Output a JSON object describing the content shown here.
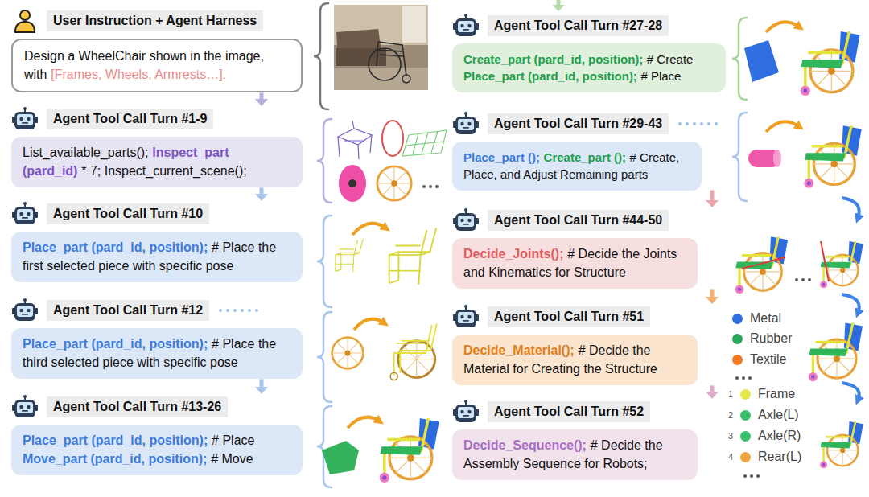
{
  "diagram": {
    "nodes": [
      {
        "text": [
          "User Instruction + Agent Harness",
          "Design a WheelChair shown in the image, with",
          "[Frames, Wheels, Armrests…]."
        ]
      },
      {
        "text": [
          "Agent Tool Call Turn #1-9",
          "List_available_parts();",
          "Inspect_part (pard_id)",
          "* 7; Inspect_current_scene();"
        ]
      },
      {
        "text": [
          "Agent Tool Call Turn #10",
          "Place_part (pard_id, position);",
          "# Place the first selected piece with specific pose"
        ]
      },
      {
        "text": [
          "Agent Tool Call Turn #12",
          "Place_part (pard_id, position);",
          "# Place the third selected piece with specific pose"
        ]
      },
      {
        "text": [
          "Agent Tool Call Turn #13-26",
          "Place_part (pard_id, position);",
          "# Place",
          "Move_part (pard_id, position);",
          "# Move"
        ]
      },
      {
        "text": [
          "Agent Tool Call Turn #27-28",
          "Create_part (pard_id, position);",
          "# Create",
          "Place_part (pard_id, position);",
          "# Place"
        ]
      },
      {
        "text": [
          "Agent Tool Call Turn #29-43",
          "Place_part ();",
          "Create_part ();",
          "# Create, Place, and Adjust Remaining parts"
        ]
      },
      {
        "text": [
          "Agent Tool Call Turn #44-50",
          "Decide_Joints();",
          "# Decide the Joints and Kinematics for Structure"
        ]
      },
      {
        "text": [
          "Agent Tool Call Turn #51",
          "Decide_Material();",
          "# Decide the Material for Creating the Structure"
        ]
      },
      {
        "text": [
          "Agent Tool Call Turn #52",
          "Decide_Sequence();",
          "# Decide the Assembly Sequence for Robots;"
        ]
      }
    ],
    "edges": [
      {
        "from": 0,
        "to": 1,
        "arrow": "to"
      },
      {
        "from": 1,
        "to": 2,
        "arrow": "to"
      },
      {
        "from": 3,
        "to": 4,
        "arrow": "to"
      },
      {
        "from": 6,
        "to": 7,
        "arrow": "to"
      },
      {
        "from": 7,
        "to": 8,
        "arrow": "to"
      },
      {
        "from": 8,
        "to": 9,
        "arrow": "to"
      }
    ],
    "labels": [
      "1",
      "2",
      "3",
      "4"
    ],
    "legend": [
      {
        "text": "Metal",
        "color": "#2f6fe4"
      },
      {
        "text": "Rubber",
        "color": "#27a85a"
      },
      {
        "text": "Textile",
        "color": "#f07b22"
      },
      {
        "text": "Frame",
        "color": "#e6e84a"
      },
      {
        "text": "Axle(L)",
        "color": "#39c06a"
      },
      {
        "text": "Axle(R)",
        "color": "#39c06a"
      },
      {
        "text": "Rear(L)",
        "color": "#f0a640"
      }
    ]
  }
}
